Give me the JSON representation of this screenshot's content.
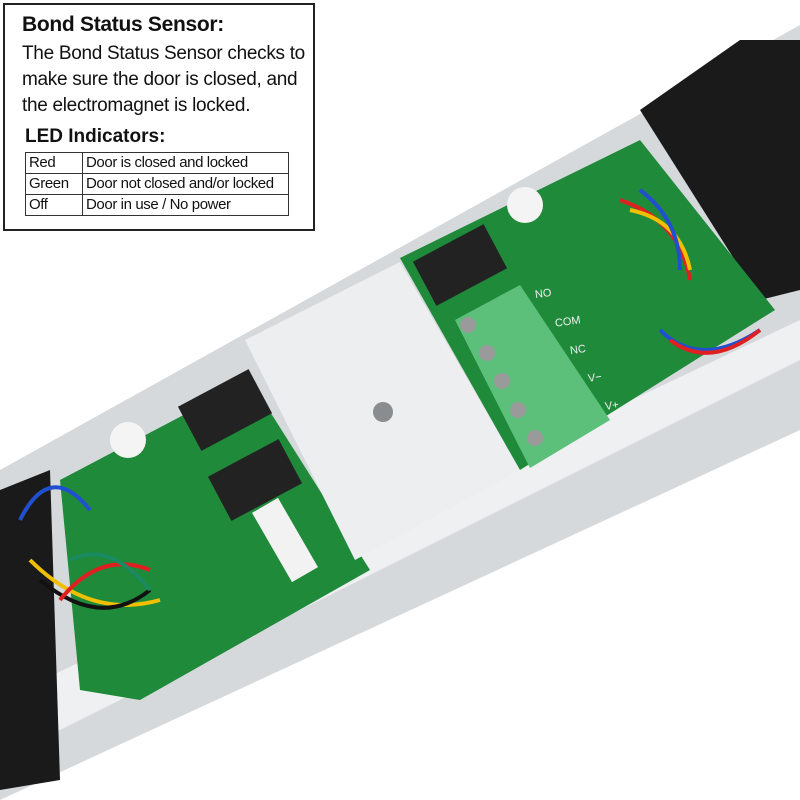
{
  "info_box": {
    "title": "Bond Status Sensor:",
    "description": "The Bond Status Sensor checks to make sure the door is closed, and the electromagnet is locked.",
    "led_heading": "LED Indicators:",
    "led_table": [
      {
        "color": "Red",
        "meaning": "Door is closed and locked"
      },
      {
        "color": "Green",
        "meaning": "Door not closed and/or locked"
      },
      {
        "color": "Off",
        "meaning": "Door in use / No power"
      }
    ]
  },
  "terminal_labels": [
    "NO",
    "COM",
    "NC",
    "V−",
    "V+"
  ],
  "colors": {
    "pcb": "#1f8a3a",
    "terminal_block": "#5cbf7a",
    "aluminum": "#d9dcdf",
    "housing": "#1a1a1a"
  }
}
